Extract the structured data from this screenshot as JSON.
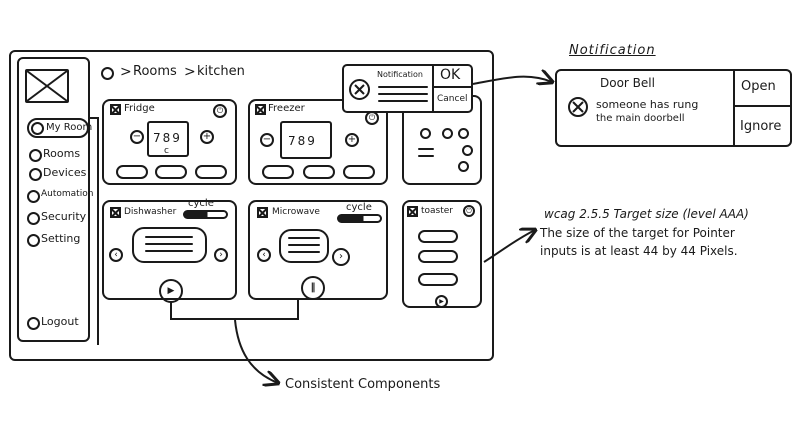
{
  "breadcrumb": {
    "rooms": "Rooms",
    "sep1": ">",
    "sep2": ">",
    "current": "kitchen"
  },
  "sidebar": {
    "my_room": "My Room",
    "items": [
      {
        "label": "Rooms"
      },
      {
        "label": "Devices"
      },
      {
        "label": "Automation"
      },
      {
        "label": "Security"
      },
      {
        "label": "Setting"
      }
    ],
    "logout": "Logout"
  },
  "cards": {
    "fridge": {
      "title": "Fridge",
      "temp": "789",
      "unit": "c"
    },
    "freezer": {
      "title": "Freezer",
      "temp": "789"
    },
    "dishwasher": {
      "title": "Dishwasher",
      "cycle": "cycle"
    },
    "microwave": {
      "title": "Microwave",
      "cycle": "cycle"
    },
    "toaster": {
      "title": "toaster"
    }
  },
  "mini_notification": {
    "title": "Notification",
    "ok": "OK",
    "cancel": "Cancel"
  },
  "notification": {
    "heading": "Notification",
    "title": "Door Bell",
    "body_line1": "someone has rung",
    "body_line2": "the main doorbell",
    "open": "Open",
    "ignore": "Ignore"
  },
  "annotations": {
    "wcag_line1": "wcag 2.5.5 Target size (level AAA)",
    "wcag_line2": "The size of the target for Pointer",
    "wcag_line3": "inputs is at least 44 by 44 Pixels.",
    "consistent": "Consistent Components"
  },
  "icons": {
    "close": "close-circle-icon",
    "power": "power-icon",
    "minus": "minus-icon",
    "plus": "plus-icon",
    "play": "play-icon",
    "pause": "pause-icon",
    "chevron_left": "chevron-left-icon",
    "chevron_right": "chevron-right-icon"
  }
}
